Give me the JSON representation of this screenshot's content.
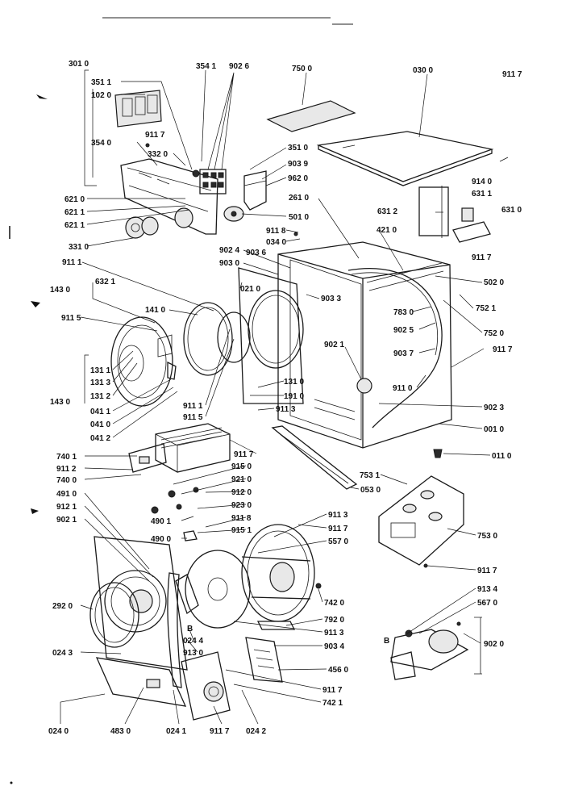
{
  "labels": [
    {
      "id": "l1",
      "text": "301 0"
    },
    {
      "id": "l2",
      "text": "351 1"
    },
    {
      "id": "l3",
      "text": "102 0"
    },
    {
      "id": "l4",
      "text": "354 1"
    },
    {
      "id": "l5",
      "text": "902 6"
    },
    {
      "id": "l6",
      "text": "750 0"
    },
    {
      "id": "l7",
      "text": "030 0"
    },
    {
      "id": "l8",
      "text": "911 7"
    },
    {
      "id": "l9",
      "text": "911 7"
    },
    {
      "id": "l10",
      "text": "354 0"
    },
    {
      "id": "l11",
      "text": "332 0"
    },
    {
      "id": "l12",
      "text": "351 0"
    },
    {
      "id": "l13",
      "text": "903 9"
    },
    {
      "id": "l14",
      "text": "962 0"
    },
    {
      "id": "l15",
      "text": "914 0"
    },
    {
      "id": "l16",
      "text": "631 1"
    },
    {
      "id": "l17",
      "text": "621 0"
    },
    {
      "id": "l18",
      "text": "621 1"
    },
    {
      "id": "l19",
      "text": "621 1"
    },
    {
      "id": "l20",
      "text": "261 0"
    },
    {
      "id": "l21",
      "text": "631 2"
    },
    {
      "id": "l22",
      "text": "631 0"
    },
    {
      "id": "l23",
      "text": "501 0"
    },
    {
      "id": "l24",
      "text": "911 8"
    },
    {
      "id": "l25",
      "text": "421 0"
    },
    {
      "id": "l26",
      "text": "034 0"
    },
    {
      "id": "l27",
      "text": "331 0"
    },
    {
      "id": "l28",
      "text": "902 4"
    },
    {
      "id": "l29",
      "text": "903 6"
    },
    {
      "id": "l30",
      "text": "911 7"
    },
    {
      "id": "l31",
      "text": "911 1"
    },
    {
      "id": "l32",
      "text": "903 0"
    },
    {
      "id": "l33",
      "text": "502 0"
    },
    {
      "id": "l34",
      "text": "632 1"
    },
    {
      "id": "l35",
      "text": "021 0"
    },
    {
      "id": "l36",
      "text": "143 0"
    },
    {
      "id": "l37",
      "text": "903 3"
    },
    {
      "id": "l38",
      "text": "752 1"
    },
    {
      "id": "l39",
      "text": "141 0"
    },
    {
      "id": "l40",
      "text": "783 0"
    },
    {
      "id": "l41",
      "text": "911 5"
    },
    {
      "id": "l42",
      "text": "902 5"
    },
    {
      "id": "l43",
      "text": "752 0"
    },
    {
      "id": "l44",
      "text": "902 1"
    },
    {
      "id": "l45",
      "text": "911 7"
    },
    {
      "id": "l46",
      "text": "903 7"
    },
    {
      "id": "l47",
      "text": "131 1"
    },
    {
      "id": "l48",
      "text": "131 3"
    },
    {
      "id": "l49",
      "text": "131 0"
    },
    {
      "id": "l50",
      "text": "911 0"
    },
    {
      "id": "l51",
      "text": "131 2"
    },
    {
      "id": "l52",
      "text": "191 0"
    },
    {
      "id": "l53",
      "text": "143 0"
    },
    {
      "id": "l54",
      "text": "902 3"
    },
    {
      "id": "l55",
      "text": "911 1"
    },
    {
      "id": "l56",
      "text": "041 1"
    },
    {
      "id": "l57",
      "text": "911 3"
    },
    {
      "id": "l58",
      "text": "911 5"
    },
    {
      "id": "l59",
      "text": "041 0"
    },
    {
      "id": "l60",
      "text": "001 0"
    },
    {
      "id": "l61",
      "text": "041 2"
    },
    {
      "id": "l62",
      "text": "740 1"
    },
    {
      "id": "l63",
      "text": "911 7"
    },
    {
      "id": "l64",
      "text": "011 0"
    },
    {
      "id": "l65",
      "text": "911 2"
    },
    {
      "id": "l66",
      "text": "915 0"
    },
    {
      "id": "l67",
      "text": "753 1"
    },
    {
      "id": "l68",
      "text": "740 0"
    },
    {
      "id": "l69",
      "text": "921 0"
    },
    {
      "id": "l70",
      "text": "053 0"
    },
    {
      "id": "l71",
      "text": "491 0"
    },
    {
      "id": "l72",
      "text": "912 0"
    },
    {
      "id": "l73",
      "text": "912 1"
    },
    {
      "id": "l74",
      "text": "923 0"
    },
    {
      "id": "l75",
      "text": "911 3"
    },
    {
      "id": "l76",
      "text": "902 1"
    },
    {
      "id": "l77",
      "text": "490 1"
    },
    {
      "id": "l78",
      "text": "911 8"
    },
    {
      "id": "l79",
      "text": "911 7"
    },
    {
      "id": "l80",
      "text": "753 0"
    },
    {
      "id": "l81",
      "text": "915 1"
    },
    {
      "id": "l82",
      "text": "490 0"
    },
    {
      "id": "l83",
      "text": "557 0"
    },
    {
      "id": "l84",
      "text": "911 7"
    },
    {
      "id": "l85",
      "text": "292 0"
    },
    {
      "id": "l86",
      "text": "913 4"
    },
    {
      "id": "l87",
      "text": "742 0"
    },
    {
      "id": "l88",
      "text": "567 0"
    },
    {
      "id": "l89",
      "text": "B"
    },
    {
      "id": "l90",
      "text": "792 0"
    },
    {
      "id": "l91",
      "text": "024 4"
    },
    {
      "id": "l92",
      "text": "911 3"
    },
    {
      "id": "l93",
      "text": "B"
    },
    {
      "id": "l94",
      "text": "902 0"
    },
    {
      "id": "l95",
      "text": "903 4"
    },
    {
      "id": "l96",
      "text": "024 3"
    },
    {
      "id": "l97",
      "text": "913 0"
    },
    {
      "id": "l98",
      "text": "456 0"
    },
    {
      "id": "l99",
      "text": "911 7"
    },
    {
      "id": "l100",
      "text": "742 1"
    },
    {
      "id": "l101",
      "text": "024 0"
    },
    {
      "id": "l102",
      "text": "483 0"
    },
    {
      "id": "l103",
      "text": "024 1"
    },
    {
      "id": "l104",
      "text": "911 7"
    },
    {
      "id": "l105",
      "text": "024 2"
    }
  ]
}
